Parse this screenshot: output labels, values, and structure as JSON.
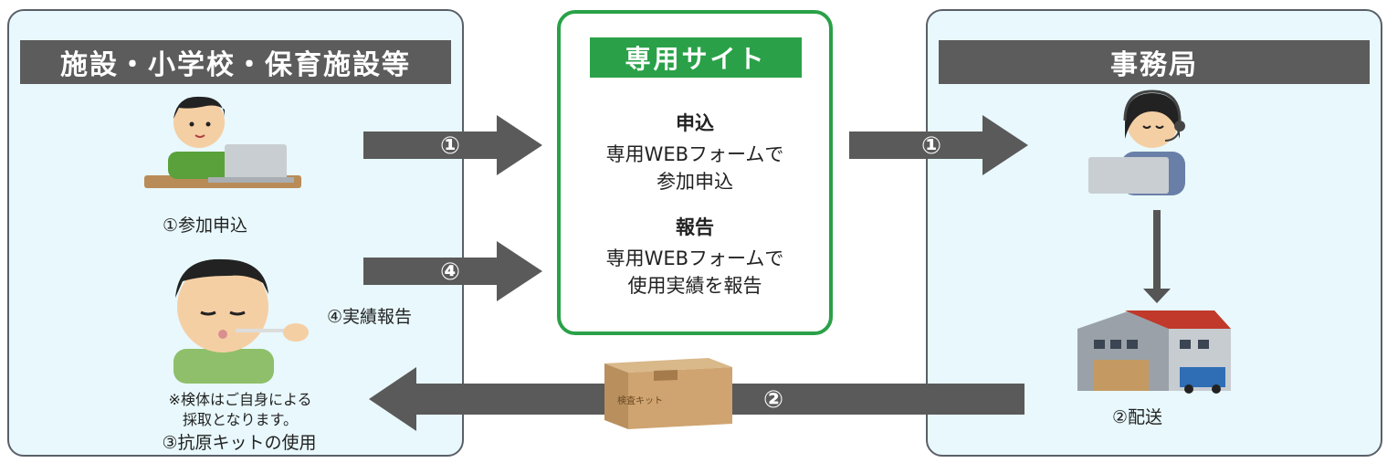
{
  "left_panel": {
    "title": "施設・小学校・保育施設等",
    "apply_label": "①参加申込",
    "report_label": "④実績報告",
    "note_line1": "※検体はご自身による",
    "note_line2": "採取となります。",
    "use_label": "③抗原キットの使用"
  },
  "center_panel": {
    "title": "専用サイト",
    "apply_title": "申込",
    "apply_line1": "専用WEBフォームで",
    "apply_line2": "参加申込",
    "report_title": "報告",
    "report_line1": "専用WEBフォームで",
    "report_line2": "使用実績を報告"
  },
  "right_panel": {
    "title": "事務局",
    "delivery_label": "②配送"
  },
  "arrows": {
    "apply_left": "①",
    "apply_right": "①",
    "report": "④",
    "delivery": "②"
  },
  "box_label": "検査キット",
  "colors": {
    "panel_bg": "#e8f8fc",
    "header_bg": "#5c5c5c",
    "accent_green": "#2aa148",
    "arrow": "#5a5a5a"
  }
}
